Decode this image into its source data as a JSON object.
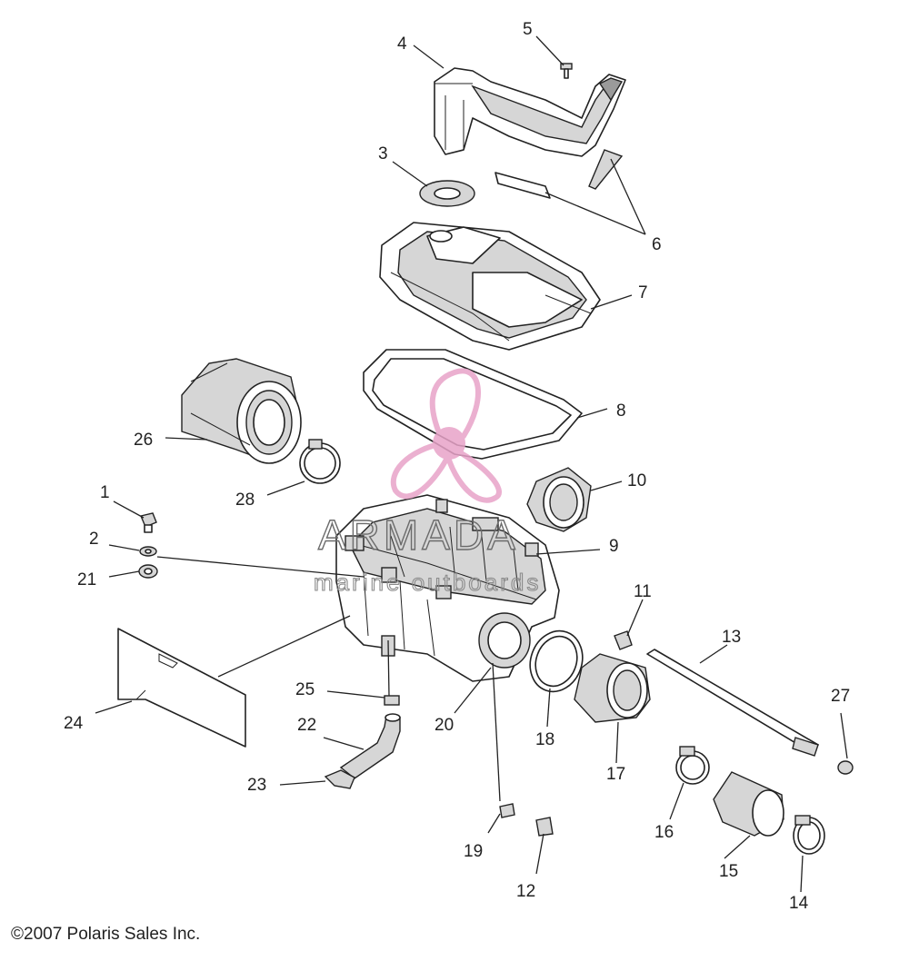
{
  "diagram": {
    "labels": [
      {
        "id": "1",
        "text": "1"
      },
      {
        "id": "2",
        "text": "2"
      },
      {
        "id": "3",
        "text": "3"
      },
      {
        "id": "4",
        "text": "4"
      },
      {
        "id": "5",
        "text": "5"
      },
      {
        "id": "6",
        "text": "6"
      },
      {
        "id": "7",
        "text": "7"
      },
      {
        "id": "8",
        "text": "8"
      },
      {
        "id": "9",
        "text": "9"
      },
      {
        "id": "10",
        "text": "10"
      },
      {
        "id": "11",
        "text": "11"
      },
      {
        "id": "12",
        "text": "12"
      },
      {
        "id": "13",
        "text": "13"
      },
      {
        "id": "14",
        "text": "14"
      },
      {
        "id": "15",
        "text": "15"
      },
      {
        "id": "16",
        "text": "16"
      },
      {
        "id": "17",
        "text": "17"
      },
      {
        "id": "18",
        "text": "18"
      },
      {
        "id": "19",
        "text": "19"
      },
      {
        "id": "20",
        "text": "20"
      },
      {
        "id": "21",
        "text": "21"
      },
      {
        "id": "22",
        "text": "22"
      },
      {
        "id": "23",
        "text": "23"
      },
      {
        "id": "24",
        "text": "24"
      },
      {
        "id": "25",
        "text": "25"
      },
      {
        "id": "26",
        "text": "26"
      },
      {
        "id": "27",
        "text": "27"
      },
      {
        "id": "28",
        "text": "28"
      }
    ]
  },
  "watermark": {
    "brand": "ARMADA",
    "tagline": "marine outboards",
    "logo_color": "#e8a3c8",
    "text_color": "#6b6b6b"
  },
  "footer": {
    "copyright": "©2007 Polaris Sales Inc."
  }
}
